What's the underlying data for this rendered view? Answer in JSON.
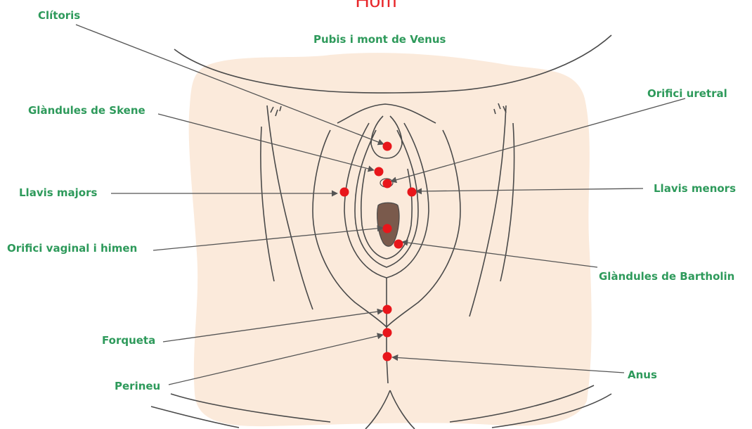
{
  "title": "Hom",
  "colors": {
    "label": "#2e9a5b",
    "dot": "#e8161b",
    "line": "#555555",
    "skin": "#fbeadb",
    "title": "#e8262a"
  },
  "labels": {
    "clitoris": "Clítoris",
    "pubis": "Pubis i mont de Venus",
    "skene": "Glàndules de Skene",
    "uretral": "Orifici uretral",
    "llavis_majors": "Llavis majors",
    "llavis_menors": "Llavis menors",
    "vaginal": "Orifici vaginal i himen",
    "bartholin": "Glàndules de Bartholin",
    "forqueta": "Forqueta",
    "perineu": "Perineu",
    "anus": "Anus"
  }
}
